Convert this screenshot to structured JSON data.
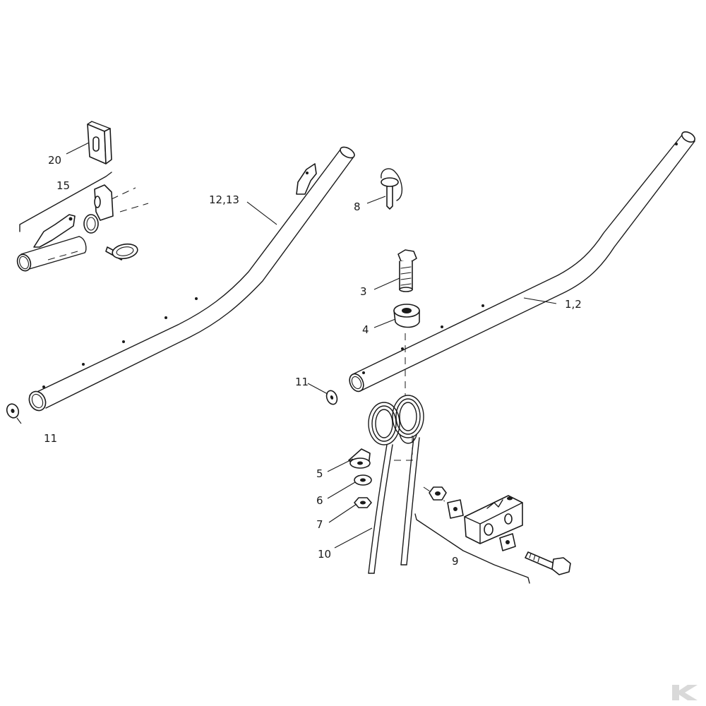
{
  "callouts": {
    "c20": "20",
    "c15": "15",
    "c12_13": "12,13",
    "c11_left": "11",
    "c8": "8",
    "c3": "3",
    "c4": "4",
    "c1_2": "1,2",
    "c11_right": "11",
    "c5": "5",
    "c6": "6",
    "c7": "7",
    "c10": "10",
    "c9": "9"
  },
  "watermark": {
    "logo": "K"
  }
}
